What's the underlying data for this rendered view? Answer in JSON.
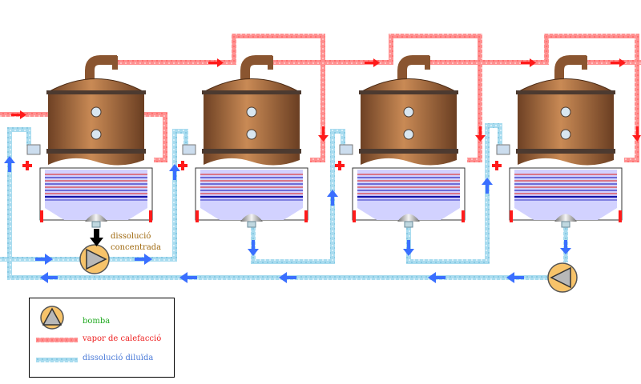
{
  "annotation": {
    "line1": "dissolució",
    "line2": "concentrada"
  },
  "legend": {
    "pump": "bomba",
    "steam": "vapor de calefacció",
    "solution": "dissolució diluïda"
  },
  "colors": {
    "steam": "#ff8c8c",
    "solution": "#a8dcef",
    "arrow_red": "#ff1a1a",
    "arrow_blue": "#3a6fff",
    "vessel": "#a86a3c",
    "legend_pump_text": "#22aa22",
    "legend_steam_text": "#ee2222",
    "legend_solution_text": "#4a7ad8",
    "annotation_text": "#a06a10"
  },
  "icons": [
    "pump-icon",
    "flow-arrow-icon",
    "valve-icon",
    "drain-icon"
  ]
}
